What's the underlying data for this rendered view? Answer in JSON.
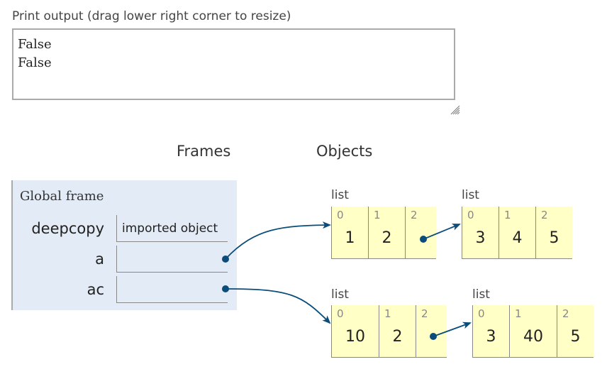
{
  "print_output": {
    "label": "Print output (drag lower right corner to resize)",
    "lines": [
      "False",
      "False"
    ]
  },
  "headings": {
    "frames": "Frames",
    "objects": "Objects"
  },
  "global_frame": {
    "title": "Global frame",
    "variables": [
      {
        "name": "deepcopy",
        "value": "imported object"
      },
      {
        "name": "a",
        "value": ""
      },
      {
        "name": "ac",
        "value": ""
      }
    ]
  },
  "objects": [
    {
      "type": "list",
      "cells": [
        {
          "index": "0",
          "value": "1"
        },
        {
          "index": "1",
          "value": "2"
        },
        {
          "index": "2",
          "value": ""
        }
      ]
    },
    {
      "type": "list",
      "cells": [
        {
          "index": "0",
          "value": "3"
        },
        {
          "index": "1",
          "value": "4"
        },
        {
          "index": "2",
          "value": "5"
        }
      ]
    },
    {
      "type": "list",
      "cells": [
        {
          "index": "0",
          "value": "10"
        },
        {
          "index": "1",
          "value": "2"
        },
        {
          "index": "2",
          "value": ""
        }
      ]
    },
    {
      "type": "list",
      "cells": [
        {
          "index": "0",
          "value": "3"
        },
        {
          "index": "1",
          "value": "40"
        },
        {
          "index": "2",
          "value": "5"
        }
      ]
    }
  ],
  "colors": {
    "frame_bg": "#e2ebf6",
    "object_bg": "#ffffc6",
    "pointer": "#0a4d7a"
  }
}
